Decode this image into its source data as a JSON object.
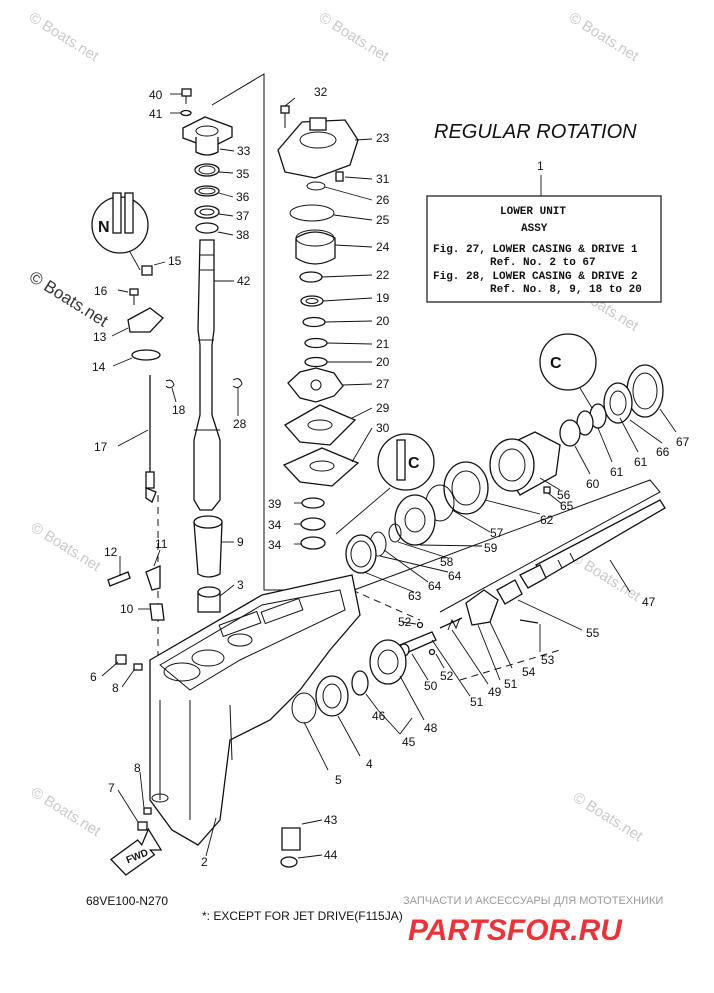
{
  "title": "REGULAR ROTATION",
  "info_box": {
    "number": "1",
    "line1": "LOWER UNIT",
    "line2": "ASSY",
    "line3": "Fig. 27, LOWER CASING & DRIVE 1",
    "line4": "Ref. No. 2 to 67",
    "line5": "Fig. 28, LOWER CASING & DRIVE 2",
    "line6": "Ref. No. 8, 9, 18 to 20"
  },
  "diagram_code": "68VE100-N270",
  "footnote": "*: EXCEPT FOR JET DRIVE(F115JA)",
  "fwd_label": "FWD",
  "watermark": "© Boats.net",
  "shop_tagline": "ЗАПЧАСТИ И АКСЕССУАРЫ ДЛЯ МОТОТЕХНИКИ",
  "shop_logo": "PARTSFOR.RU",
  "colors": {
    "ink": "#111111",
    "watermark": "#c9c9c9",
    "logo_red": "#e8343a",
    "tagline": "#999999"
  },
  "callouts": {
    "c2": "2",
    "c3": "3",
    "c4": "4",
    "c5": "5",
    "c6": "6",
    "c7": "7",
    "c8a": "8",
    "c8b": "8",
    "c9": "9",
    "c10": "10",
    "c11": "11",
    "c12": "12",
    "c13": "13",
    "c14": "14",
    "c15": "15",
    "c16": "16",
    "c17": "17",
    "c18": "18",
    "c19": "19",
    "c20a": "20",
    "c20b": "20",
    "c21": "21",
    "c22": "22",
    "c23": "23",
    "c24": "24",
    "c25": "25",
    "c26": "26",
    "c27": "27",
    "c28": "28",
    "c29": "29",
    "c30": "30",
    "c31": "31",
    "c32": "32",
    "c33": "33",
    "c34a": "34",
    "c34b": "34",
    "c35": "35",
    "c36": "36",
    "c37": "37",
    "c38": "38",
    "c39": "39",
    "c40": "40",
    "c41": "41",
    "c42": "42",
    "c43": "43",
    "c44": "44",
    "c45": "45",
    "c46": "46",
    "c47": "47",
    "c48": "48",
    "c49": "49",
    "c50": "50",
    "c51a": "51",
    "c51b": "51",
    "c52a": "52",
    "c52b": "52",
    "c53": "53",
    "c54": "54",
    "c55": "55",
    "c56": "56",
    "c57": "57",
    "c58": "58",
    "c59": "59",
    "c60": "60",
    "c61a": "61",
    "c61b": "61",
    "c62": "62",
    "c63": "63",
    "c64a": "64",
    "c64b": "64",
    "c65": "65",
    "c66": "66",
    "c67": "67"
  }
}
